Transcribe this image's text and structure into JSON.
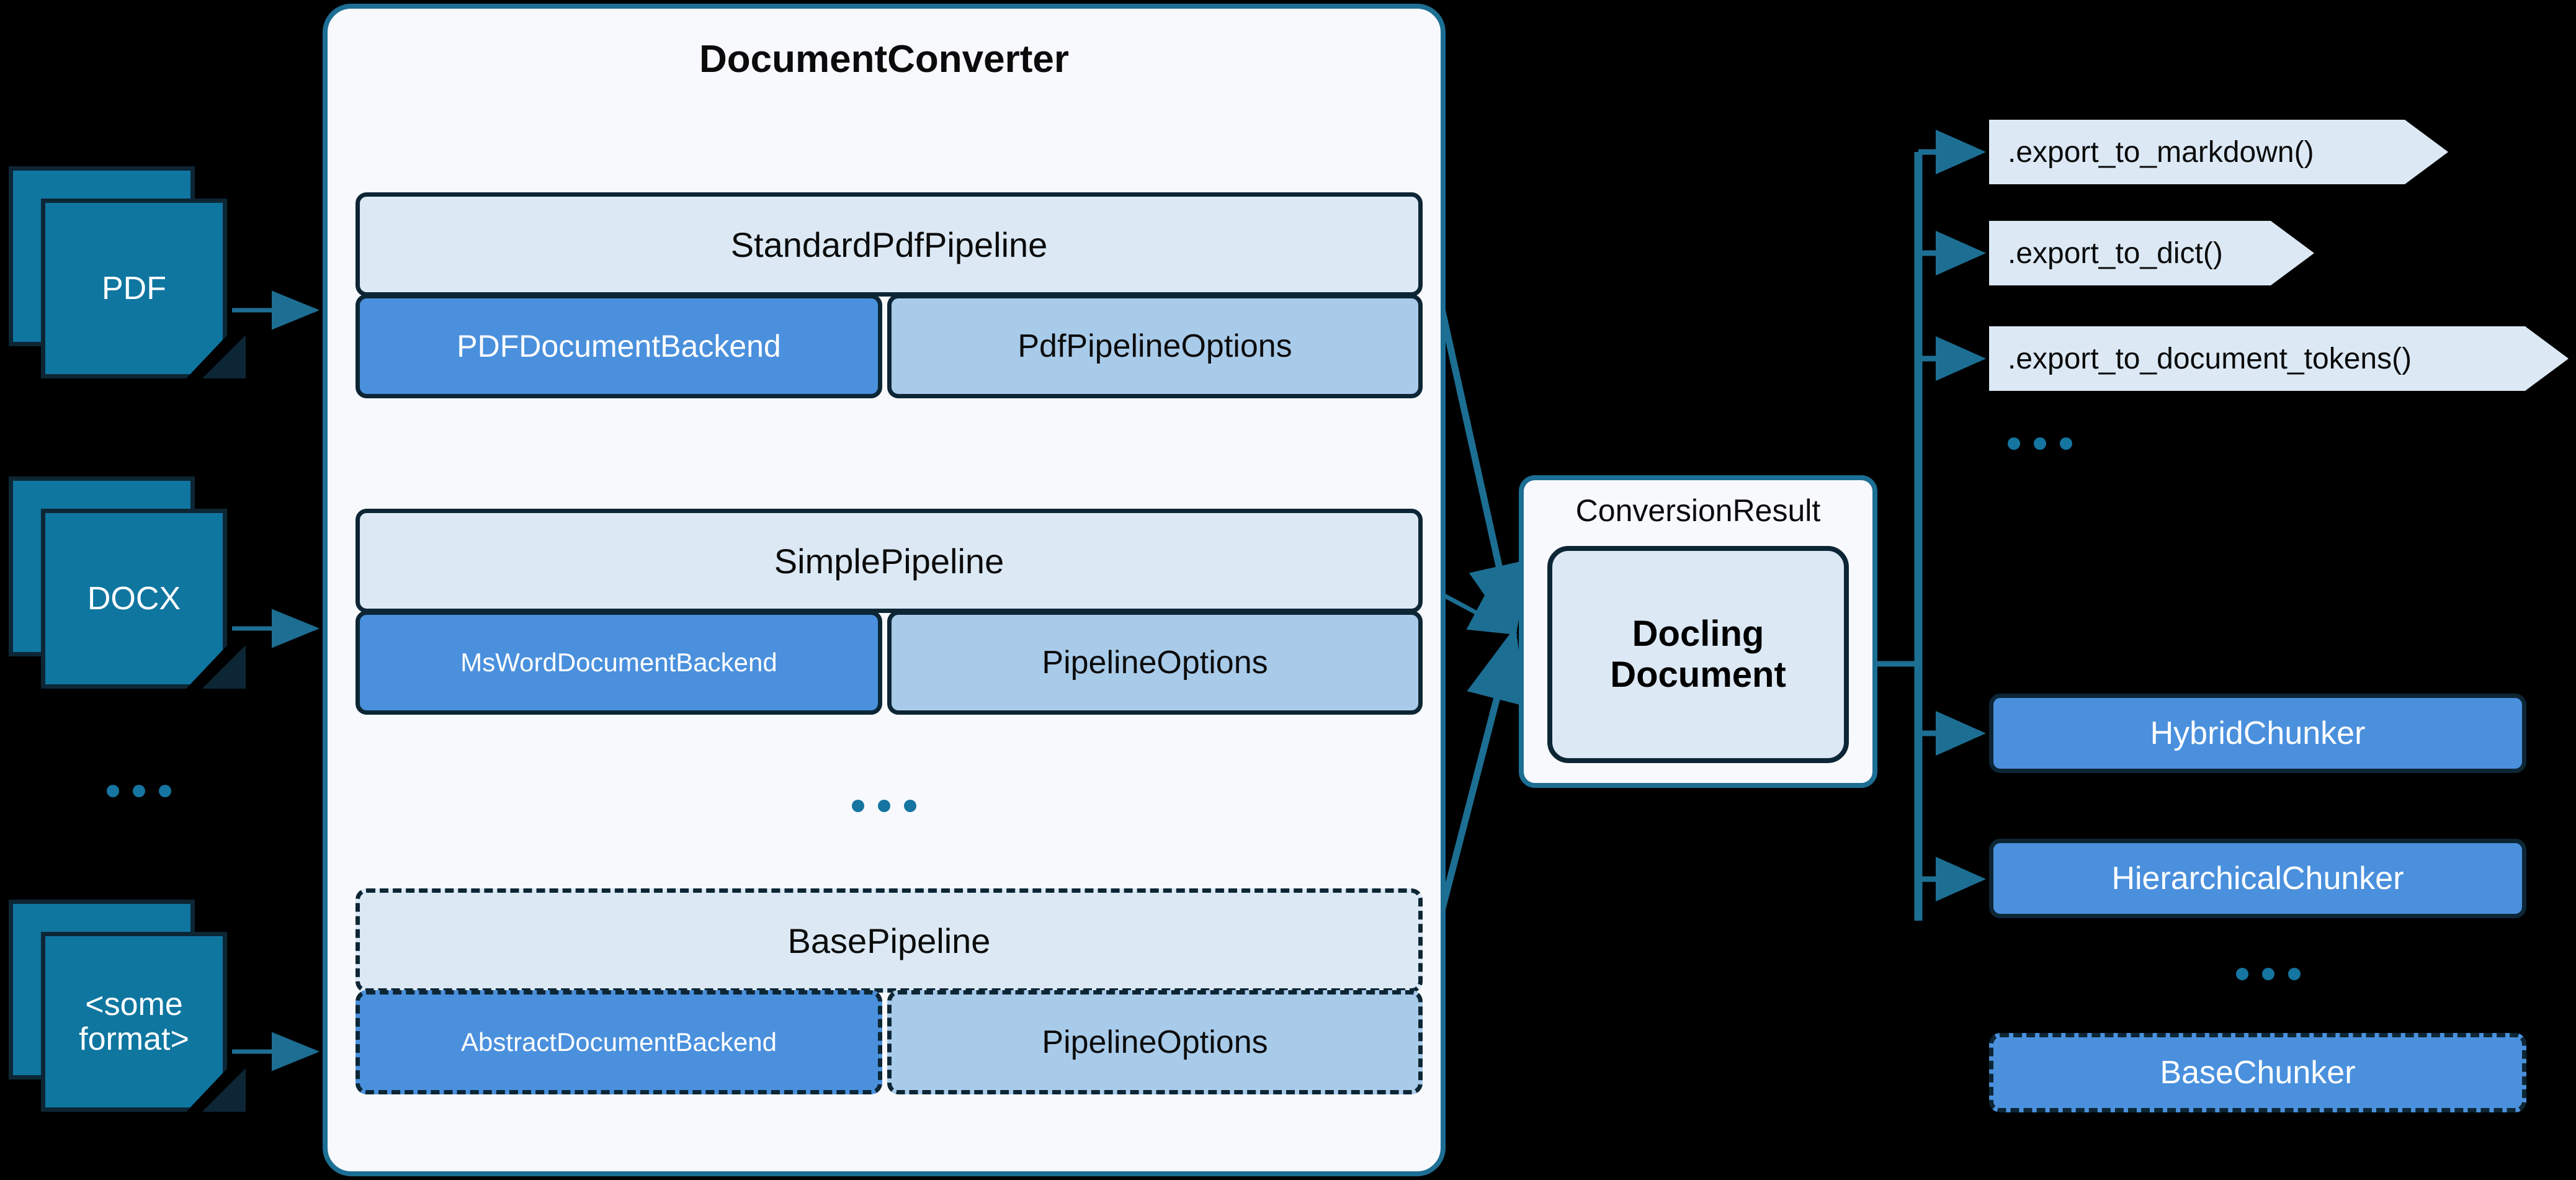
{
  "background_color": "#000000",
  "accent_colors": {
    "teal_border": "#1d6e93",
    "navy_border": "#0d2635",
    "doc_icon_fill": "#0f76a0",
    "pipeline_head_fill": "#dce9f5",
    "backend_fill": "#4a90dd",
    "options_fill": "#a9cbea",
    "panel_fill": "#f7f9fd",
    "dot_color": "#1575a0"
  },
  "inputs": {
    "documents": [
      {
        "label": "PDF",
        "icon": "document-stack-icon"
      },
      {
        "label": "DOCX",
        "icon": "document-stack-icon"
      },
      {
        "label": "<some\nformat>",
        "line1": "<some",
        "line2": "format>",
        "icon": "document-stack-icon"
      }
    ],
    "ellipsis": "..."
  },
  "converter": {
    "title": "DocumentConverter",
    "ellipsis": "...",
    "pipelines": [
      {
        "name": "StandardPdfPipeline",
        "backend": "PDFDocumentBackend",
        "options": "PdfPipelineOptions",
        "style": "solid",
        "backend_text_size": "large"
      },
      {
        "name": "SimplePipeline",
        "backend": "MsWordDocumentBackend",
        "options": "PipelineOptions",
        "style": "solid",
        "backend_text_size": "small"
      },
      {
        "name": "BasePipeline",
        "backend": "AbstractDocumentBackend",
        "options": "PipelineOptions",
        "style": "dashed",
        "backend_text_size": "small"
      }
    ]
  },
  "conversion_result": {
    "label": "ConversionResult",
    "document_line1": "Docling",
    "document_line2": "Document"
  },
  "exports": {
    "items": [
      {
        "label": ".export_to_markdown()"
      },
      {
        "label": ".export_to_dict()"
      },
      {
        "label": ".export_to_document_tokens()"
      }
    ],
    "ellipsis": "..."
  },
  "chunkers": {
    "items": [
      {
        "label": "HybridChunker",
        "style": "solid"
      },
      {
        "label": "HierarchicalChunker",
        "style": "solid"
      },
      {
        "label": "BaseChunker",
        "style": "dashed"
      }
    ],
    "ellipsis": "..."
  }
}
